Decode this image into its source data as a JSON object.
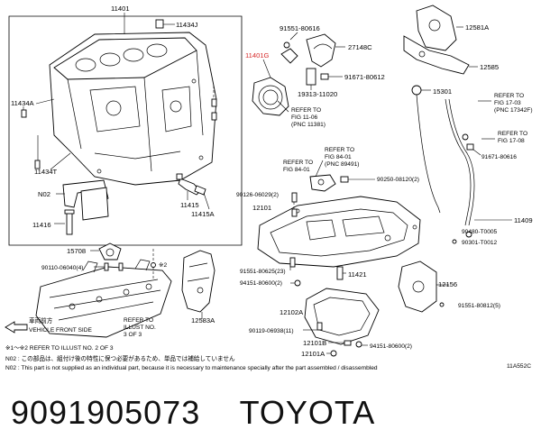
{
  "labels": {
    "l11401": "11401",
    "l11434J": "11434J",
    "l11434A": "11434A",
    "l11434T": "11434T",
    "lN02": "N02",
    "l11416": "11416",
    "l11415": "11415",
    "l11415A": "11415A",
    "l15708": "15708",
    "l90110": "90110-06040(4)",
    "l11401G": "11401G",
    "l91551_80616": "91551-80616",
    "l27148C": "27148C",
    "l91671_80612": "91671-80612",
    "l19313": "19313-11020",
    "l12581A": "12581A",
    "l12585": "12585",
    "l15301": "15301",
    "l91671_80616": "91671-80616",
    "l11409": "11409",
    "l90480": "90480-T0005",
    "l90301": "90301-T0012",
    "l90250": "90250-08120(2)",
    "l90126": "90126-06029(2)",
    "l12101": "12101",
    "l91551_80625": "91551-80625(23)",
    "l94151_80600_a": "94151-80600(2)",
    "l11421": "11421",
    "l12156": "12156",
    "l91551_80812": "91551-80812(5)",
    "l12102A": "12102A",
    "l90119": "90119-06938(11)",
    "l12101B": "12101B",
    "l94151_80600_b": "94151-80600(2)",
    "l12101A": "12101A",
    "l12583A": "12583A",
    "lx2": "※2",
    "lCode": "11A552C"
  },
  "refs": {
    "r1106_a": "REFER TO",
    "r1106_b": "FIG 11-06",
    "r1106_c": "(PNC 11381)",
    "r8401_a": "REFER TO",
    "r8401_b": "FIG 84-01",
    "r8401_c": "(PNC 89491)",
    "r8401b_a": "REFER TO",
    "r8401b_b": "FIG 84-01",
    "r1703_a": "REFER TO",
    "r1703_b": "FIG 17-03",
    "r1703_c": "(PNC 17342F)",
    "r1708_a": "REFER TO",
    "r1708_b": "FIG 17-08",
    "rill_a": "REFER TO",
    "rill_b": "ILLUST NO.",
    "rill_c": "3 OF 3",
    "front_jp": "車両前方",
    "front_en": "VEHICLE FRONT SIDE"
  },
  "notes": {
    "n1": "※1～※2  REFER TO ILLUST NO. 2 OF 3",
    "n2": "N02 : この部品は、組付け後の特性に保つ必要があるため、単品では補給していません",
    "n3": "N02 : This part is not supplied as an individual part, because it is necessary to maintenance specially after the part assembled / disassembled"
  },
  "caption": {
    "part_number": "9091905073",
    "brand": "TOYOTA",
    "text": "9091905073    TOYOTA"
  },
  "colors": {
    "highlight": "#d62828",
    "line": "#000000",
    "background": "#ffffff"
  }
}
